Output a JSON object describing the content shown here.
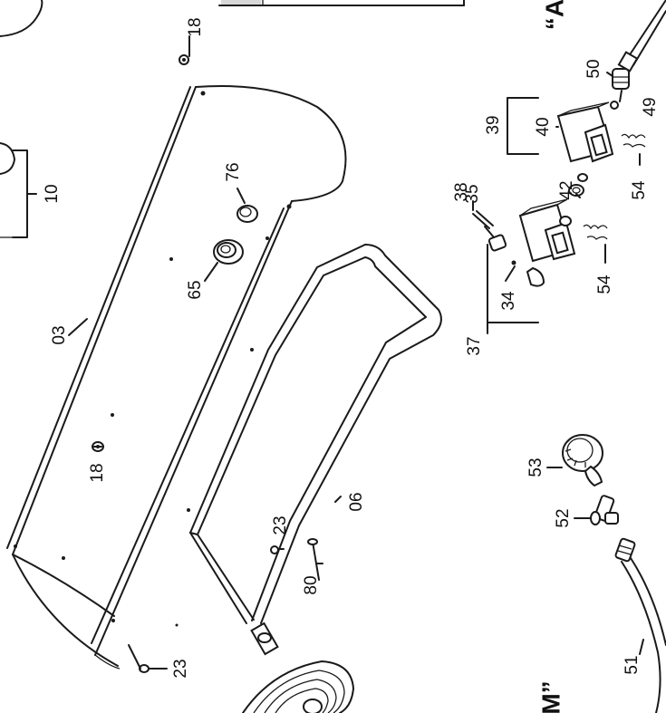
{
  "diagram": {
    "view_letters": {
      "top_right": "“A",
      "bottom_right": "M”"
    },
    "callouts": [
      {
        "id": "c18a",
        "text": "18"
      },
      {
        "id": "c10",
        "text": "10"
      },
      {
        "id": "c03",
        "text": "03"
      },
      {
        "id": "c65",
        "text": "65"
      },
      {
        "id": "c76",
        "text": "76"
      },
      {
        "id": "c18b",
        "text": "18"
      },
      {
        "id": "c23a",
        "text": "23"
      },
      {
        "id": "c23b",
        "text": "23"
      },
      {
        "id": "c80",
        "text": "80"
      },
      {
        "id": "c06",
        "text": "06"
      },
      {
        "id": "c37",
        "text": "37"
      },
      {
        "id": "c34",
        "text": "34"
      },
      {
        "id": "c35",
        "text": "35"
      },
      {
        "id": "c38",
        "text": "38"
      },
      {
        "id": "c39",
        "text": "39"
      },
      {
        "id": "c40",
        "text": "40"
      },
      {
        "id": "c42",
        "text": "42"
      },
      {
        "id": "c49",
        "text": "49"
      },
      {
        "id": "c50",
        "text": "50"
      },
      {
        "id": "c54a",
        "text": "54"
      },
      {
        "id": "c54b",
        "text": "54"
      },
      {
        "id": "c53",
        "text": "53"
      },
      {
        "id": "c52",
        "text": "52"
      },
      {
        "id": "c51",
        "text": "51"
      }
    ]
  }
}
